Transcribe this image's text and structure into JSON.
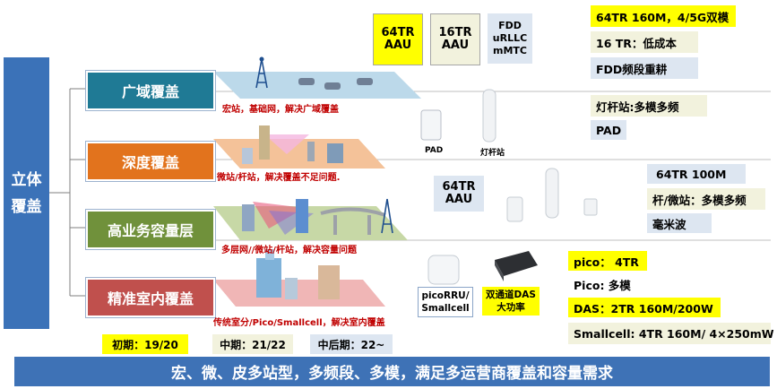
{
  "side_title": [
    "立体",
    "覆盖"
  ],
  "categories": [
    {
      "label": "广域覆盖",
      "color": "#1f7a95"
    },
    {
      "label": "深度覆盖",
      "color": "#e2731d"
    },
    {
      "label": "高业务容量层",
      "color": "#70913b"
    },
    {
      "label": "精准室内覆盖",
      "color": "#c0504d"
    }
  ],
  "scenario_captions": [
    "宏站，基础网，解决广域覆盖",
    "微站/杆站，解决覆盖不足问题.",
    "多层网//微站/杆站，解决容量问题",
    "传统室分/Pico/Smallcell，解决室内覆盖"
  ],
  "device_boxes": {
    "aau64": "64TR AAU",
    "aau16": "16TR AAU",
    "fdd": "FDD uRLLC mMTC",
    "aau64_cap": "64TR AAU",
    "picorru": "picoRRU/ Smallcell",
    "das": "双通道DAS 大功率"
  },
  "device_labels": {
    "pad": "PAD",
    "pole": "灯杆站"
  },
  "options": {
    "wide": [
      "64TR 160M，4/5G双模",
      "16 TR：低成本",
      "FDD频段重耕"
    ],
    "deep": [
      "灯杆站:多模多频",
      "PAD"
    ],
    "capacity": [
      "64TR 100M",
      "杆/微站：多模多频",
      "毫米波"
    ],
    "indoor": [
      "pico： 4TR",
      "Pico:   多模",
      "DAS：2TR 160M/200W",
      "Smallcell: 4TR 160M/ 4×250mW"
    ]
  },
  "phases": [
    "初期：19/20",
    "中期：21/22",
    "中后期：22~"
  ],
  "bottom_banner": "宏、微、皮多站型，多频段、多模，满足多运营商覆盖和容量需求",
  "colors": {
    "blue": "#3b72b8",
    "yellow": "#ffff00",
    "cream": "#f2f2dd",
    "lightblue": "#dde6f1",
    "light": "#edf2f7"
  }
}
